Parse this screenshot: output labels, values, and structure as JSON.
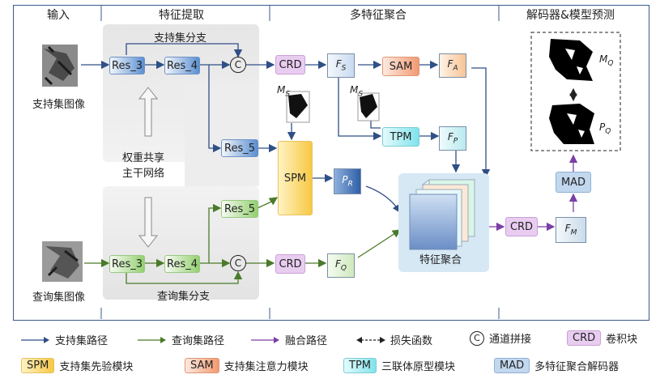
{
  "headers": {
    "input": "输入",
    "feature_extraction": "特征提取",
    "multi_feature_aggregation": "多特征聚合",
    "decoder_prediction": "解码器&模型预测"
  },
  "labels": {
    "support_image": "支持集图像",
    "query_image": "查询集图像",
    "support_branch": "支持集分支",
    "query_branch": "查询集分支",
    "shared_backbone_line1": "权重共享",
    "shared_backbone_line2": "主干网络",
    "feature_aggregation": "特征聚合"
  },
  "blocks": {
    "res3": "Res_3",
    "res4": "Res_4",
    "res5": "Res_5",
    "concat": "C",
    "crd": "CRD",
    "sam": "SAM",
    "tpm": "TPM",
    "spm": "SPM",
    "mad": "MAD"
  },
  "symbols": {
    "fs": "F_S",
    "fa": "F_A",
    "fp": "F_P",
    "fq": "F_Q",
    "fm": "F_M",
    "pr": "P_R",
    "ms": "M_S",
    "mq": "M_Q",
    "pq": "P_Q"
  },
  "legend": {
    "support_path": "支持集路径",
    "query_path": "查询集路径",
    "fusion_path": "融合路径",
    "loss_function": "损失函数",
    "channel_concat_symbol": "C",
    "channel_concat": "通道拼接",
    "crd_chip": "CRD",
    "crd_desc": "卷积块",
    "spm_chip": "SPM",
    "spm_desc": "支持集先验模块",
    "sam_chip": "SAM",
    "sam_desc": "支持集注意力模块",
    "tpm_chip": "TPM",
    "tpm_desc": "三联体原型模块",
    "mad_chip": "MAD",
    "mad_desc": "多特征聚合解码器"
  },
  "colors": {
    "support_arrow": "#2f4f86",
    "query_arrow": "#4a7a2a",
    "fusion_arrow": "#7b3fa6",
    "frame": "#3a5a8a"
  }
}
